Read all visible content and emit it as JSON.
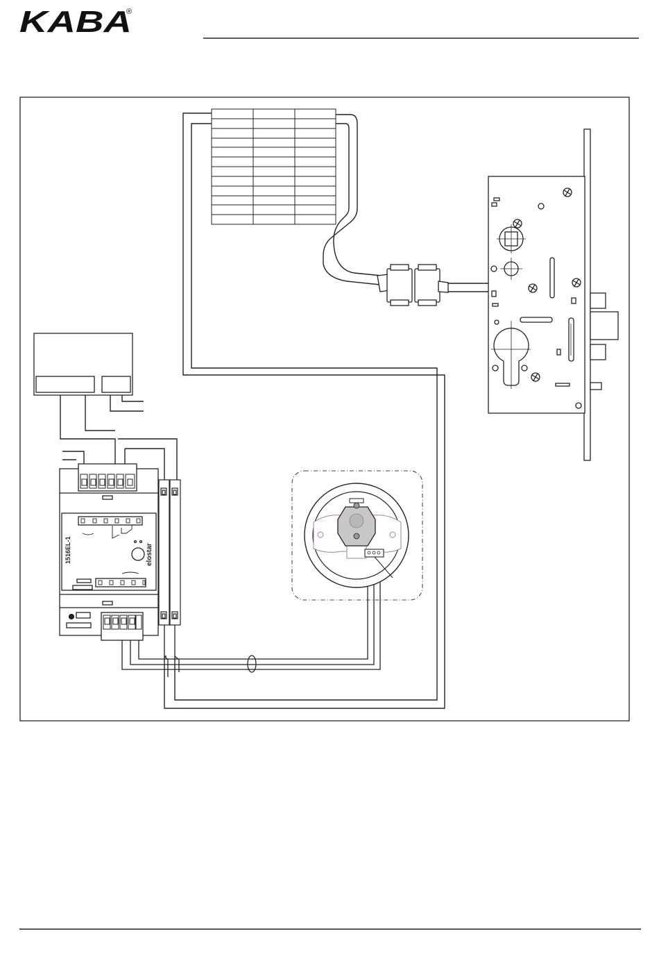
{
  "brand": {
    "logo_text": "KABA",
    "registered_mark": "®"
  },
  "controller": {
    "model_label": "1516EL-1",
    "brand_label": "elostar"
  },
  "colors": {
    "line": "#1a1a1a",
    "background": "#ffffff",
    "motor_fill": "#c8c8c8",
    "rotor_outline": "#a080a8"
  },
  "wiring_table": {
    "rows": 12,
    "columns": 3,
    "cells": []
  }
}
